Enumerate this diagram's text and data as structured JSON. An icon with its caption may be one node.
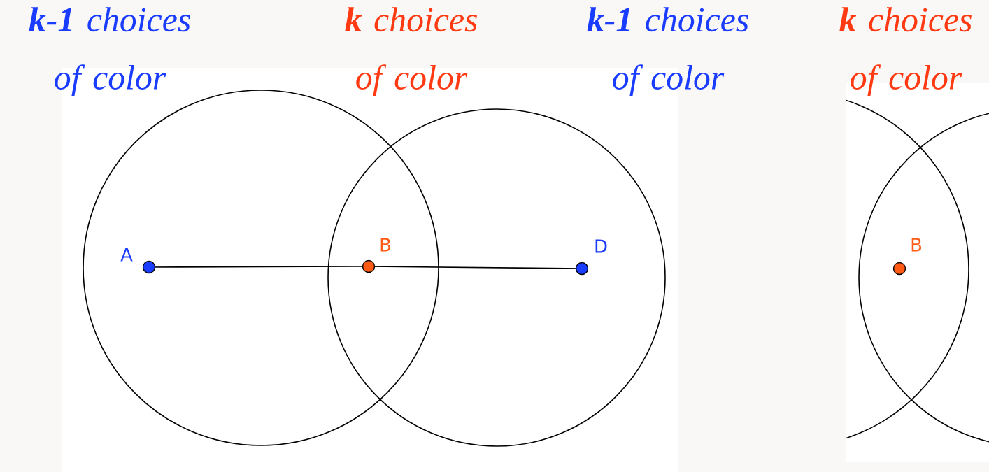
{
  "diagram": {
    "nodes": [
      {
        "text": [
          "A"
        ]
      },
      {
        "text": [
          "B"
        ]
      },
      {
        "text": [
          "D"
        ]
      },
      {
        "text": [
          "B"
        ]
      }
    ],
    "edges": [
      {
        "from": 0,
        "to": 1,
        "arrow": "none"
      },
      {
        "from": 1,
        "to": 2,
        "arrow": "none"
      }
    ],
    "labels": [
      "**k-1** choices of color",
      "**k** choices of color",
      "**k-1** choices of color",
      "**k** choices of color"
    ]
  }
}
